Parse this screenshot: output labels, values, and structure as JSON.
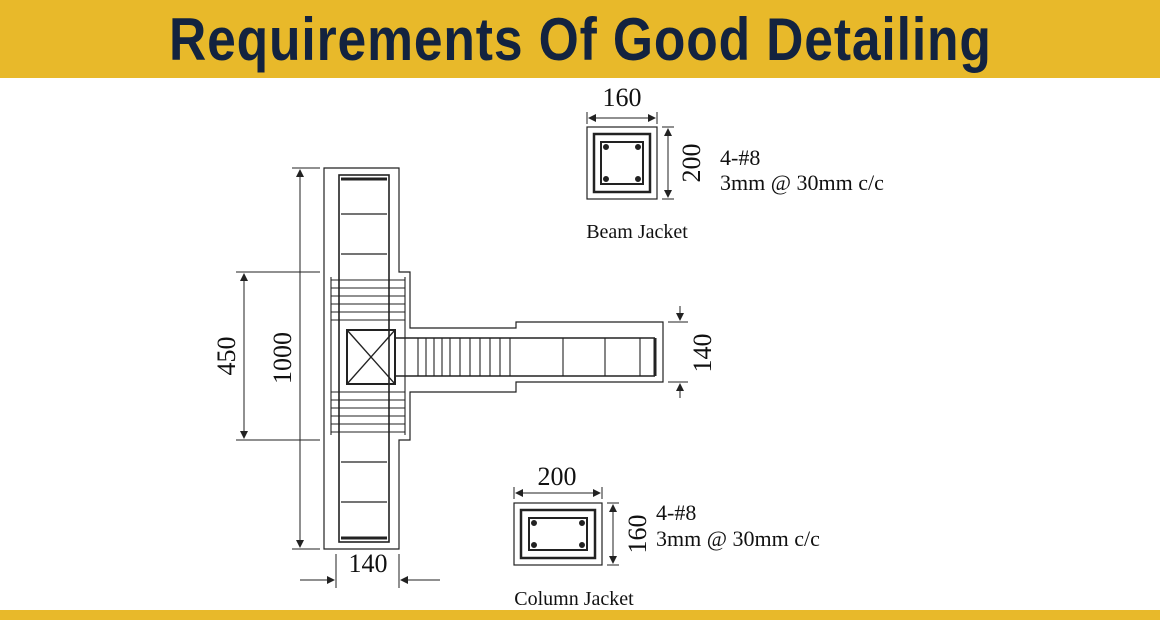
{
  "banner": {
    "title": "Requirements Of Good Detailing"
  },
  "colors": {
    "banner_bg": "#e8b92a",
    "banner_text": "#13233f",
    "line": "#222222"
  },
  "beam_jacket": {
    "caption": "Beam Jacket",
    "width_dim": "160",
    "height_dim": "200",
    "bars": "4-#8",
    "ties": "3mm @ 30mm c/c"
  },
  "column_jacket": {
    "caption": "Column Jacket",
    "width_dim": "200",
    "height_dim": "160",
    "bars": "4-#8",
    "ties": "3mm @ 30mm c/c"
  },
  "elevation": {
    "dim_total_height": "1000",
    "dim_joint_zone": "450",
    "dim_column_width": "140",
    "dim_beam_depth": "140"
  }
}
